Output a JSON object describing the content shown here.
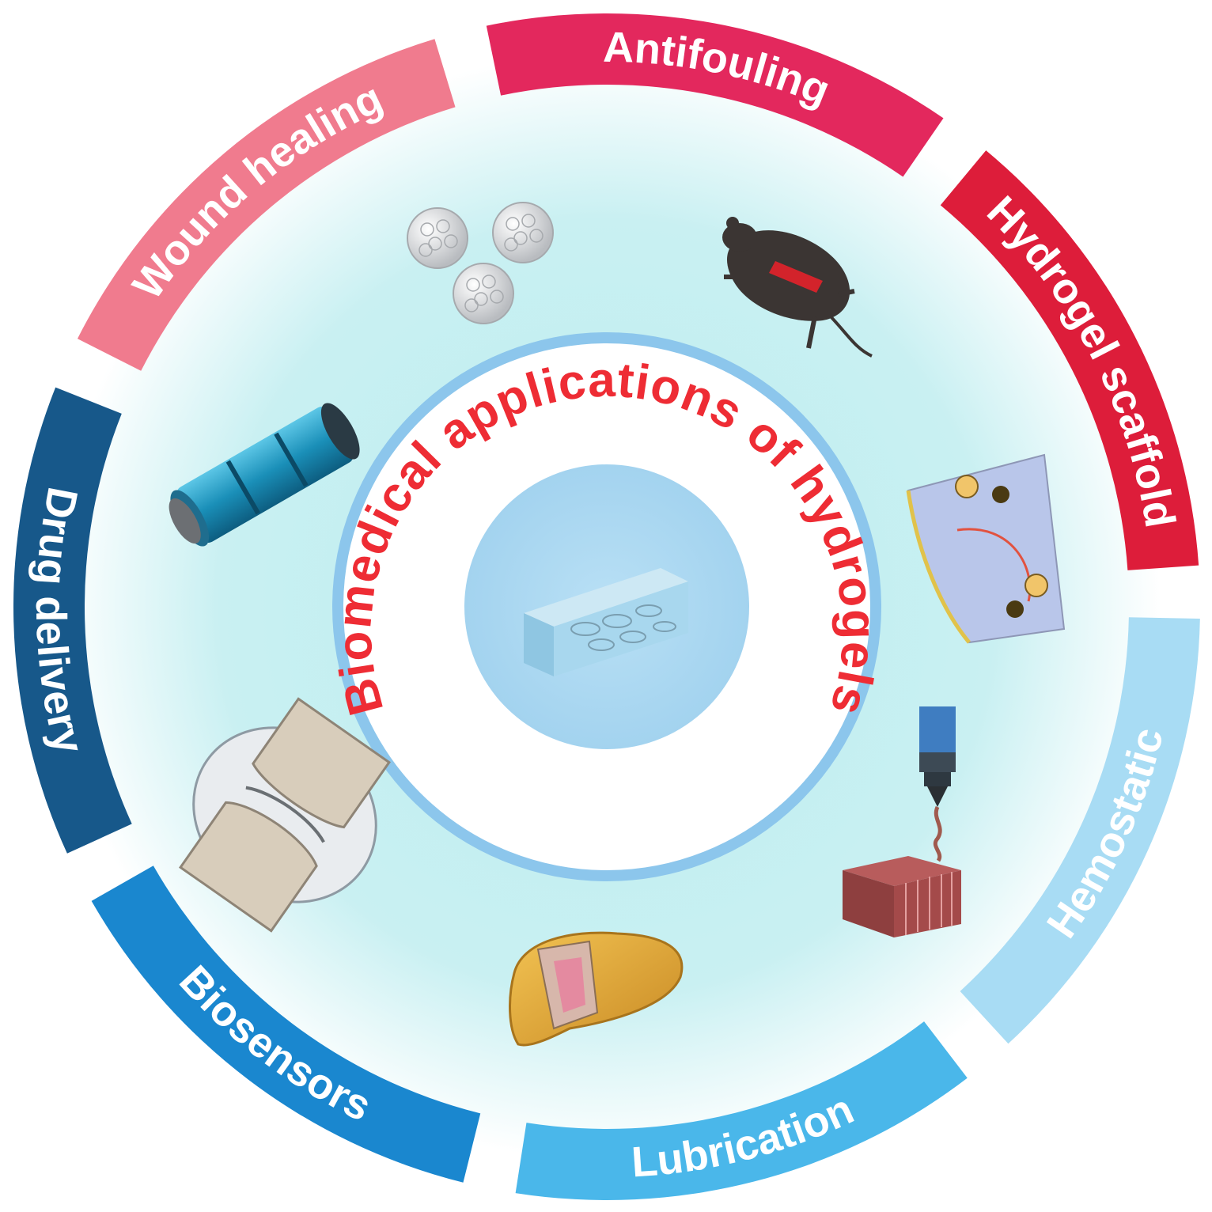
{
  "title": "Biomedical applications of hydrogels",
  "colors": {
    "title": "#ee2c34",
    "glow_center": "#b8ecef",
    "glow_edge": "#ffffff",
    "inner_disc": "#a9d8f2",
    "inner_ring": "#8cc6ec"
  },
  "segments": [
    {
      "label": "Wound healing",
      "color": "#f07b8e",
      "icon": "mouse-icon"
    },
    {
      "label": "Antifouling",
      "color": "#e3285d",
      "icon": "antifouling-surface-icon"
    },
    {
      "label": "Hydrogel scaffold",
      "color": "#dd1d3a",
      "icon": "3d-printer-nozzle-icon"
    },
    {
      "label": "Hemostatic",
      "color": "#a8dcf4",
      "icon": "liver-icon"
    },
    {
      "label": "Lubrication",
      "color": "#4ab7ea",
      "icon": "joint-icon"
    },
    {
      "label": "Biosensors",
      "color": "#1a87cf",
      "icon": "sensor-cylinder-icon"
    },
    {
      "label": "Drug delivery",
      "color": "#17588a",
      "icon": "nanoparticles-icon"
    }
  ],
  "center_icon": "hydrogel-block-icon"
}
